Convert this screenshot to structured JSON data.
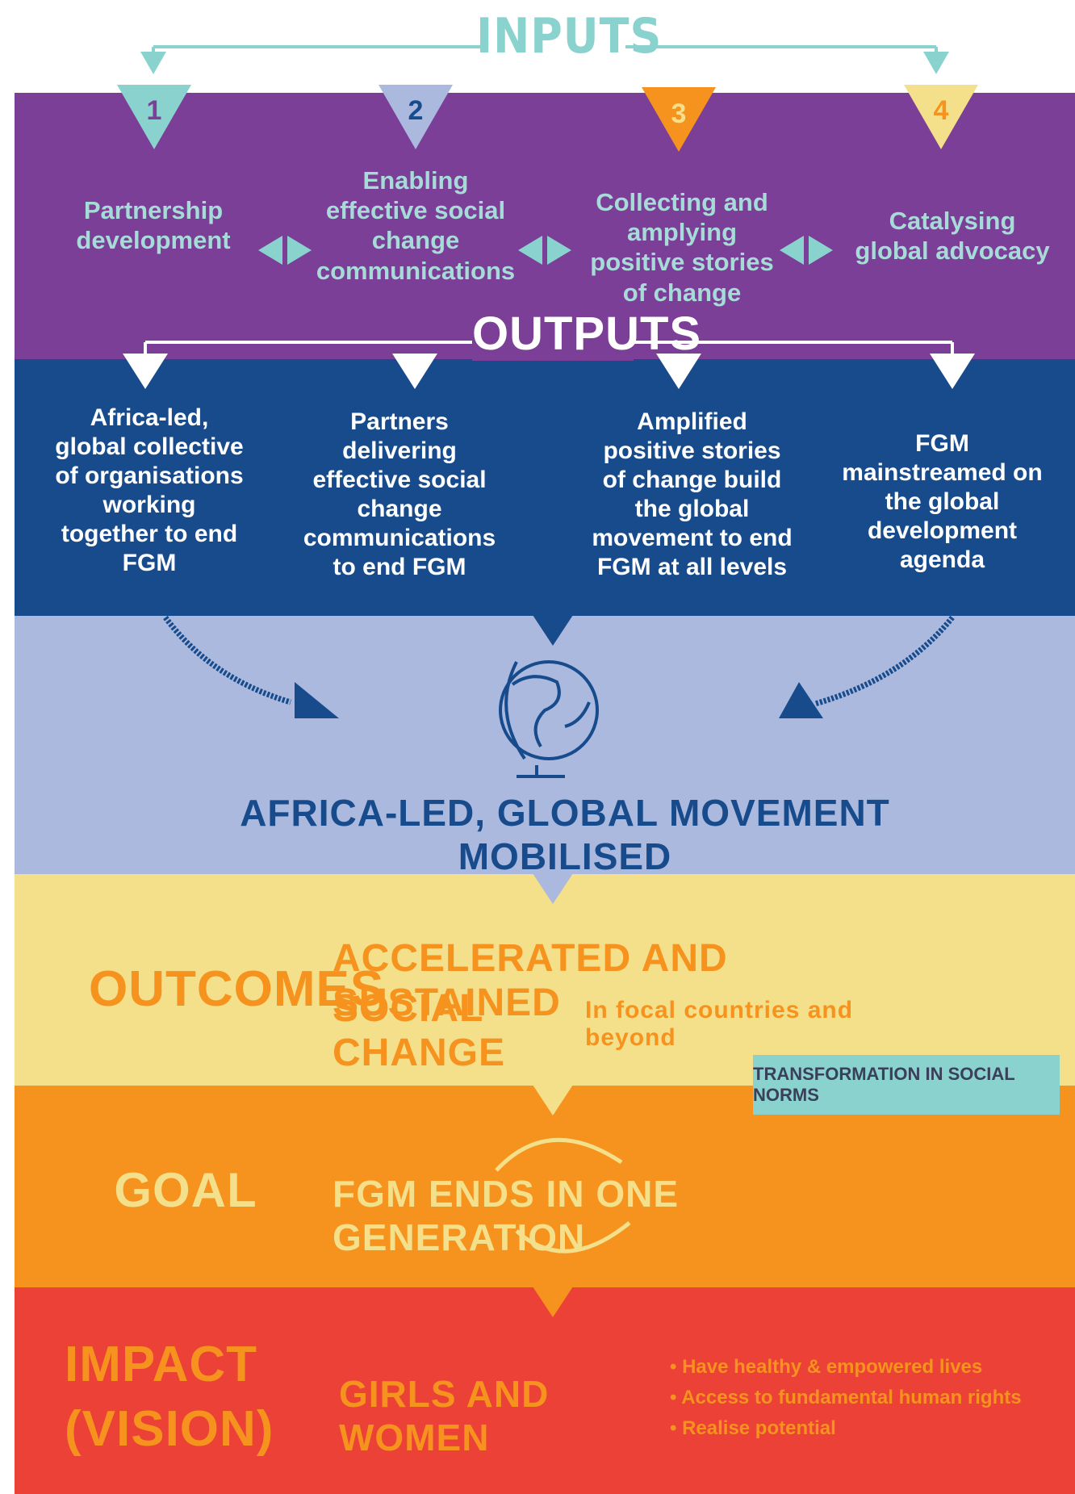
{
  "inputs": {
    "title": "INPUTS",
    "items": [
      {
        "number": "1",
        "label": "Partnership development",
        "badge_color": "#8ad2cd"
      },
      {
        "number": "2",
        "label": "Enabling effective social change communications",
        "badge_color": "#aab9dd"
      },
      {
        "number": "3",
        "label": "Collecting and amplying positive stories of change",
        "badge_color": "#f6921e"
      },
      {
        "number": "4",
        "label": "Catalysing global advocacy",
        "badge_color": "#f4df8a"
      }
    ]
  },
  "outputs": {
    "title": "OUTPUTS",
    "items": [
      "Africa-led, global collective of organisations working together to end FGM",
      "Partners delivering effective social change communications to end FGM",
      "Amplified positive stories of change build the global movement to end FGM at all levels",
      "FGM mainstreamed on the global development agenda"
    ]
  },
  "movement": {
    "title": "AFRICA-LED, GLOBAL MOVEMENT MOBILISED",
    "icon": "globe-icon"
  },
  "outcomes": {
    "label": "OUTCOMES",
    "line1": "ACCELERATED AND SUSTAINED",
    "line2": "SOCIAL CHANGE",
    "subtext": "In focal countries and beyond",
    "callout": "TRANSFORMATION IN SOCIAL NORMS"
  },
  "goal": {
    "label": "GOAL",
    "text": "FGM ENDS IN ONE GENERATION"
  },
  "impact": {
    "label_line1": "IMPACT",
    "label_line2": "(VISION)",
    "text": "GIRLS AND WOMEN",
    "bullets": [
      "Have healthy & empowered lives",
      "Access to fundamental human rights",
      "Realise potential"
    ]
  },
  "colors": {
    "purple": "#7b3f97",
    "navy": "#174b8c",
    "light_blue": "#aab9dd",
    "pale_yellow": "#f4df8a",
    "orange": "#f6921e",
    "red": "#ec4136",
    "teal": "#8ad2cd"
  }
}
